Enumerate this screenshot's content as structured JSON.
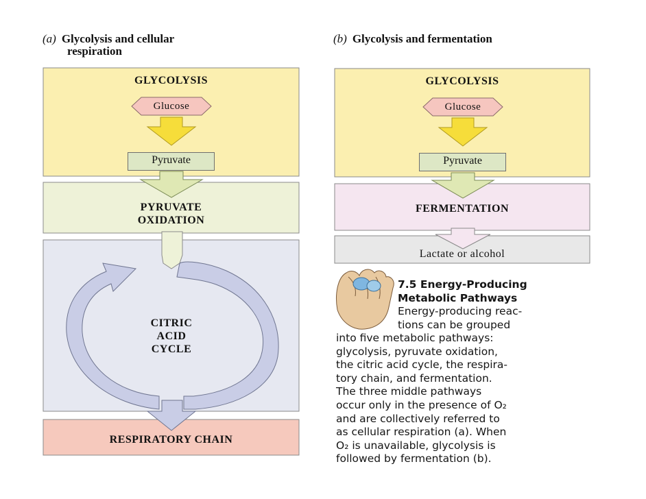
{
  "panel_a": {
    "tag": "(a)",
    "heading_line1": "Glycolysis and cellular",
    "heading_line2": "respiration",
    "glycolysis_label": "GLYCOLYSIS",
    "glucose_label": "Glucose",
    "pyruvate_label": "Pyruvate",
    "pyruvate_oxidation_line1": "PYRUVATE",
    "pyruvate_oxidation_line2": "OXIDATION",
    "citric_line1": "CITRIC",
    "citric_line2": "ACID",
    "citric_line3": "CYCLE",
    "respiratory_chain_label": "RESPIRATORY CHAIN"
  },
  "panel_b": {
    "tag": "(b)",
    "heading": "Glycolysis and fermentation",
    "glycolysis_label": "GLYCOLYSIS",
    "glucose_label": "Glucose",
    "pyruvate_label": "Pyruvate",
    "fermentation_label": "FERMENTATION",
    "product_label": "Lactate or alcohol"
  },
  "caption": {
    "title_line1": "7.5  Energy-Producing",
    "title_line2": "Metabolic Pathways",
    "lines": [
      "Energy-producing reac-",
      "tions can be grouped",
      "into five metabolic pathways:",
      "glycolysis, pyruvate oxidation,",
      "the citric acid cycle, the respira-",
      "tory chain, and fermentation.",
      "The three middle pathways",
      "occur only in the presence of O₂",
      "and are collectively referred to",
      "as cellular respiration (a). When",
      "O₂ is unavailable, glycolysis is",
      "followed by fermentation (b)."
    ]
  },
  "icons": {
    "hand_icon": "hand-icon"
  },
  "colors": {
    "glycolysis_bg": "#fbefb0",
    "oxidation_bg": "#eef2d8",
    "citric_bg": "#e6e8f1",
    "respiratory_bg": "#f6c9bd",
    "fermentation_bg": "#f5e6f0",
    "product_bg": "#e8e8e8",
    "glucose_fill": "#f6c6bf",
    "yellow_arrow": "#f6dd3a",
    "green_arrow": "#dfe8b4",
    "cycle_arrow": "#c9cde6"
  }
}
